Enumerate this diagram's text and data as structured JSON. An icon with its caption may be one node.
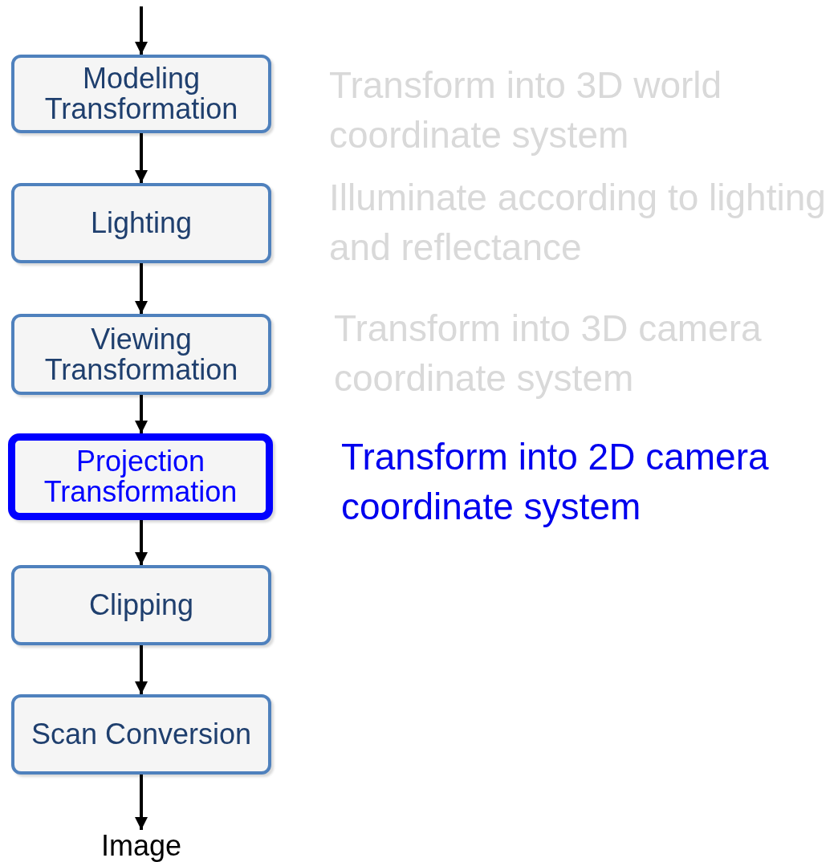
{
  "diagram": {
    "nodes": [
      {
        "text": [
          "Modeling Transformation"
        ],
        "beside": [
          "Transform into 3D world coordinate system"
        ]
      },
      {
        "text": [
          "Lighting"
        ],
        "beside": [
          "Illuminate according to lighting and reflectance"
        ]
      },
      {
        "text": [
          "Viewing Transformation"
        ],
        "beside": [
          "Transform into 3D camera coordinate system"
        ]
      },
      {
        "text": [
          "Projection Transformation"
        ],
        "beside": [
          "Transform into 2D camera coordinate system"
        ]
      },
      {
        "text": [
          "Clipping"
        ]
      },
      {
        "text": [
          "Scan Conversion"
        ]
      },
      {
        "text": [
          "Image"
        ]
      }
    ],
    "edges": [
      {
        "from": null,
        "to": 0,
        "arrow": "to"
      },
      {
        "from": 0,
        "to": 1,
        "arrow": "to"
      },
      {
        "from": 1,
        "to": 2,
        "arrow": "to"
      },
      {
        "from": 2,
        "to": 3,
        "arrow": "to"
      },
      {
        "from": 3,
        "to": 4,
        "arrow": "to"
      },
      {
        "from": 4,
        "to": 5,
        "arrow": "to"
      },
      {
        "from": 5,
        "to": 6,
        "arrow": "to"
      }
    ]
  }
}
